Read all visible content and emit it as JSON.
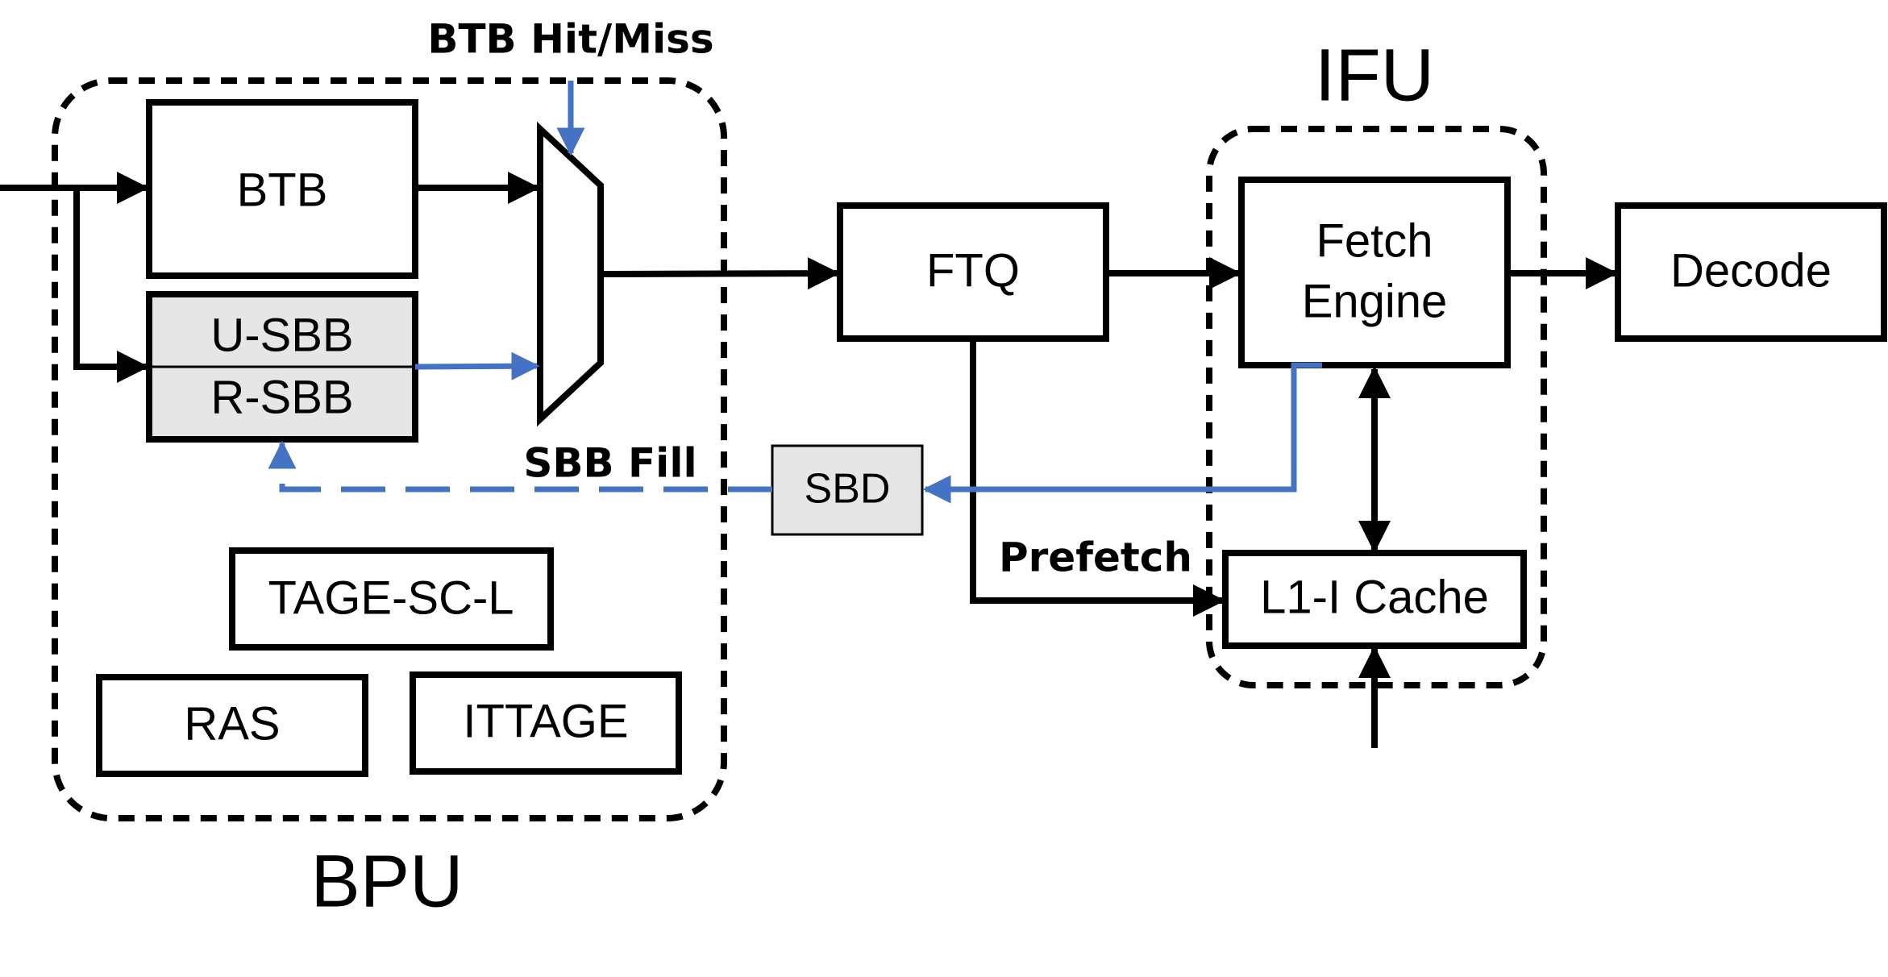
{
  "colors": {
    "stroke": "#000000",
    "accent_blue": "#4472C4",
    "sbb_fill": "#E7E6E6",
    "background": "#FFFFFF"
  },
  "blocks": {
    "btb": "BTB",
    "u_sbb": "U-SBB",
    "r_sbb": "R-SBB",
    "tage": "TAGE-SC-L",
    "ras": "RAS",
    "ittage": "ITTAGE",
    "ftq": "FTQ",
    "sbd": "SBD",
    "fetch_engine_line1": "Fetch",
    "fetch_engine_line2": "Engine",
    "l1i_cache": "L1-I Cache",
    "decode": "Decode"
  },
  "groups": {
    "bpu": "BPU",
    "ifu": "IFU"
  },
  "signals": {
    "btb_hit_miss": "BTB Hit/Miss",
    "sbb_fill": "SBB Fill",
    "prefetch": "Prefetch"
  }
}
